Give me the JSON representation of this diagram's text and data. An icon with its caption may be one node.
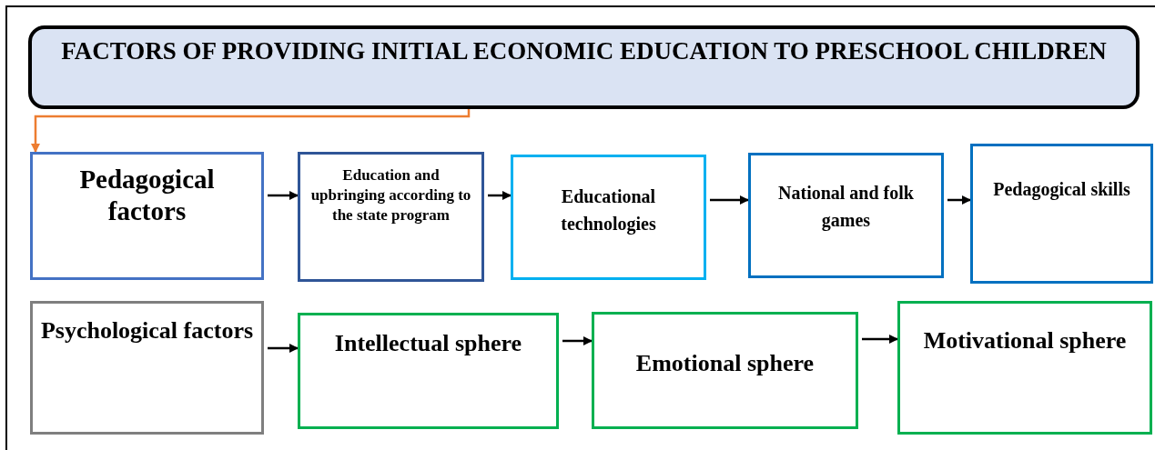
{
  "diagram": {
    "nodes": [
      {
        "text": [
          "FACTORS OF PROVIDING INITIAL ECONOMIC EDUCATION TO PRESCHOOL CHILDREN"
        ]
      },
      {
        "text": [
          "Pedagogical factors"
        ]
      },
      {
        "text": [
          "Education and upbringing according to the state program"
        ]
      },
      {
        "text": [
          "Educational technologies"
        ]
      },
      {
        "text": [
          "National and folk games"
        ]
      },
      {
        "text": [
          "Pedagogical skills"
        ]
      },
      {
        "text": [
          "Psychological factors"
        ]
      },
      {
        "text": [
          "Intellectual sphere"
        ]
      },
      {
        "text": [
          "Emotional sphere"
        ]
      },
      {
        "text": [
          "Motivational sphere"
        ]
      }
    ],
    "edges": [
      {
        "from": 0,
        "to": 1,
        "arrow": "to",
        "color": "#ed7d31"
      },
      {
        "from": 1,
        "to": 2,
        "arrow": "to"
      },
      {
        "from": 2,
        "to": 3,
        "arrow": "to"
      },
      {
        "from": 3,
        "to": 4,
        "arrow": "to"
      },
      {
        "from": 4,
        "to": 5,
        "arrow": "to"
      },
      {
        "from": 6,
        "to": 7,
        "arrow": "to"
      },
      {
        "from": 7,
        "to": 8,
        "arrow": "to"
      },
      {
        "from": 8,
        "to": 9,
        "arrow": "to"
      }
    ]
  }
}
